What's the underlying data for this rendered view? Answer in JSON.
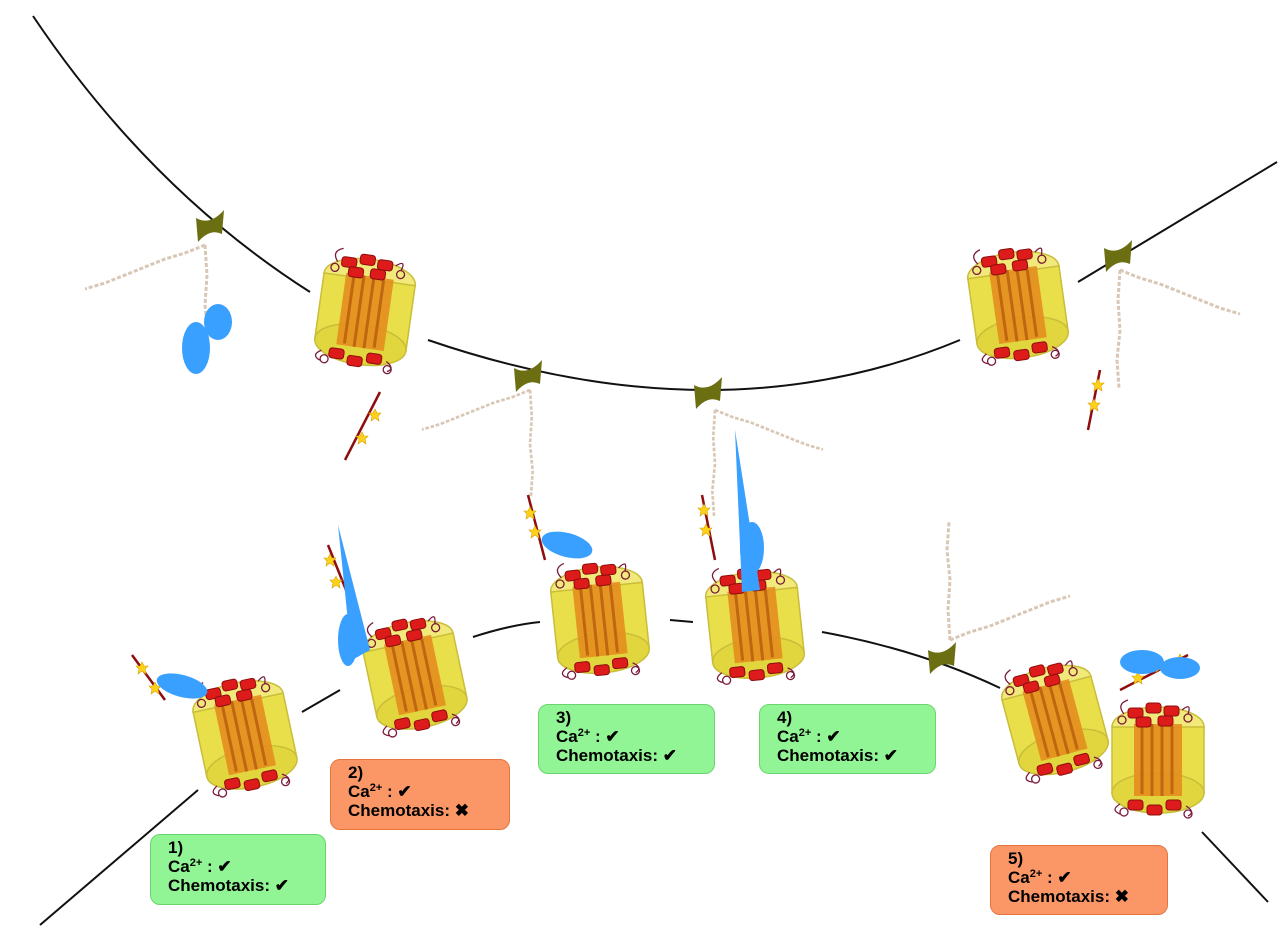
{
  "colors": {
    "membrane": "#111111",
    "channel_body": "#e8df4a",
    "channel_core": "#e48c1c",
    "channel_helix": "#dd1b1b",
    "loop": "#7a1a3a",
    "receptor": "#6b6f12",
    "glycan": "#d9c7b5",
    "ligand": "#3aa0ff",
    "phospho_star": "#ffd21a",
    "ok_box": "#92f595",
    "bad_box": "#fb9766"
  },
  "panels": [
    {
      "number": "1)",
      "ion": "Ca",
      "charge": "2+",
      "ca_sep": " : ",
      "ca_mark": "✔",
      "chemotaxis_label": "Chemotaxis: ",
      "chemotaxis_mark": "✔",
      "status": "ok"
    },
    {
      "number": "2)",
      "ion": "Ca",
      "charge": "2+",
      "ca_sep": " : ",
      "ca_mark": "✔",
      "chemotaxis_label": "Chemotaxis: ",
      "chemotaxis_mark": "✖",
      "status": "blocked"
    },
    {
      "number": "3)",
      "ion": "Ca",
      "charge": "2+",
      "ca_sep": " : ",
      "ca_mark": "✔",
      "chemotaxis_label": "Chemotaxis: ",
      "chemotaxis_mark": "✔",
      "status": "ok"
    },
    {
      "number": "4)",
      "ion": "Ca",
      "charge": "2+",
      "ca_sep": " : ",
      "ca_mark": "✔",
      "chemotaxis_label": "Chemotaxis: ",
      "chemotaxis_mark": "✔",
      "status": "ok"
    },
    {
      "number": "5)",
      "ion": "Ca",
      "charge": "2+",
      "ca_sep": " : ",
      "ca_mark": "✔",
      "chemotaxis_label": "Chemotaxis: ",
      "chemotaxis_mark": "✖",
      "status": "blocked"
    }
  ]
}
